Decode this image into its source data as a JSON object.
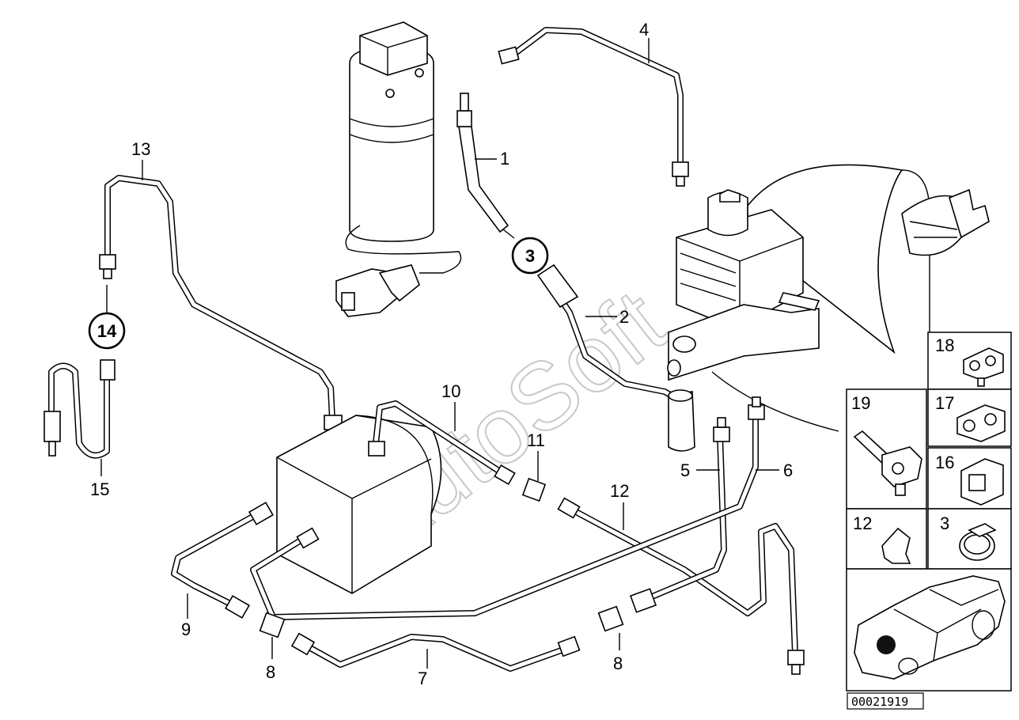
{
  "watermark": "AutoSoft",
  "reference_number": "00021919",
  "callouts": {
    "c1": "1",
    "c2": "2",
    "c3": "3",
    "c4": "4",
    "c5": "5",
    "c6": "6",
    "c7": "7",
    "c8a": "8",
    "c8b": "8",
    "c9": "9",
    "c10": "10",
    "c11": "11",
    "c12": "12",
    "c13": "13",
    "c14": "14",
    "c15": "15"
  },
  "side_panel": {
    "p18": "18",
    "p19": "19",
    "p17": "17",
    "p16": "16",
    "p12": "12",
    "p3": "3"
  },
  "icons": [
    "vacuum-pump-icon",
    "brake-booster-icon",
    "master-cylinder-icon",
    "hydraulic-unit-icon",
    "pipe-clip-icon",
    "hose-clamp-icon",
    "car-location-icon"
  ]
}
